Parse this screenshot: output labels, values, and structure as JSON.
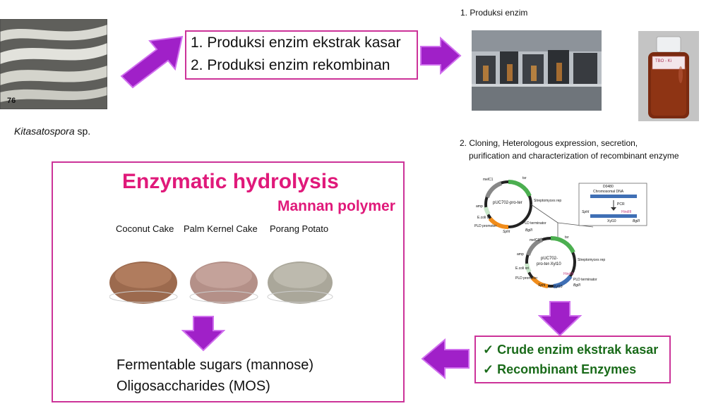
{
  "microbe": {
    "photo_number": "76",
    "caption_genus": "Kitasatospora",
    "caption_suffix": " sp."
  },
  "production_box": {
    "line1": "1. Produksi enzim ekstrak kasar",
    "line2": "2. Produksi enzim rekombinan"
  },
  "right_panel": {
    "step1_label": "1. Produksi enzim",
    "bottle_label": "TBO - Ki",
    "step2_line1": "2. Cloning, Heterologous expression, secretion,",
    "step2_line2": "purification and characterization of recombinant enzyme"
  },
  "plasmid_diagram": {
    "top_plasmid": {
      "name": "pUC702-pro-ter",
      "labels": [
        "melC1",
        "tsr",
        "Streptomyces rep",
        "amp",
        "E.coli ori",
        "PLD promoter",
        "PLD terminator",
        "SphI",
        "BglII"
      ]
    },
    "insert_panel": {
      "labels": [
        "D0480",
        "Chromosomal DNA",
        "PCR",
        "SphI",
        "HindIII",
        "Xyl10",
        "BglII"
      ]
    },
    "bottom_plasmid": {
      "name_line1": "pUC702-",
      "name_line2": "pro-ter-Xyl10",
      "labels": [
        "melC1",
        "tsr",
        "Streptomyces rep",
        "amp",
        "E.coli ori",
        "PLD promoter",
        "PLD terminator",
        "SphI",
        "Xyl10",
        "BglII",
        "HindIII"
      ]
    }
  },
  "hydrolysis_box": {
    "title": "Enzymatic hydrolysis",
    "subtitle": "Mannan polymer",
    "substrates": [
      "Coconut Cake",
      "Palm Kernel Cake",
      "Porang Potato"
    ],
    "product1": "Fermentable sugars (mannose)",
    "product2": "Oligosaccharides (MOS)"
  },
  "results_box": {
    "check": "✓",
    "item1": "Crude enzim ekstrak kasar",
    "item2": "Recombinant Enzymes"
  },
  "colors": {
    "arrow_purple": "#a020c8",
    "border_pink": "#cc3399",
    "title_pink": "#e0197a",
    "result_green": "#1a6b1a"
  }
}
